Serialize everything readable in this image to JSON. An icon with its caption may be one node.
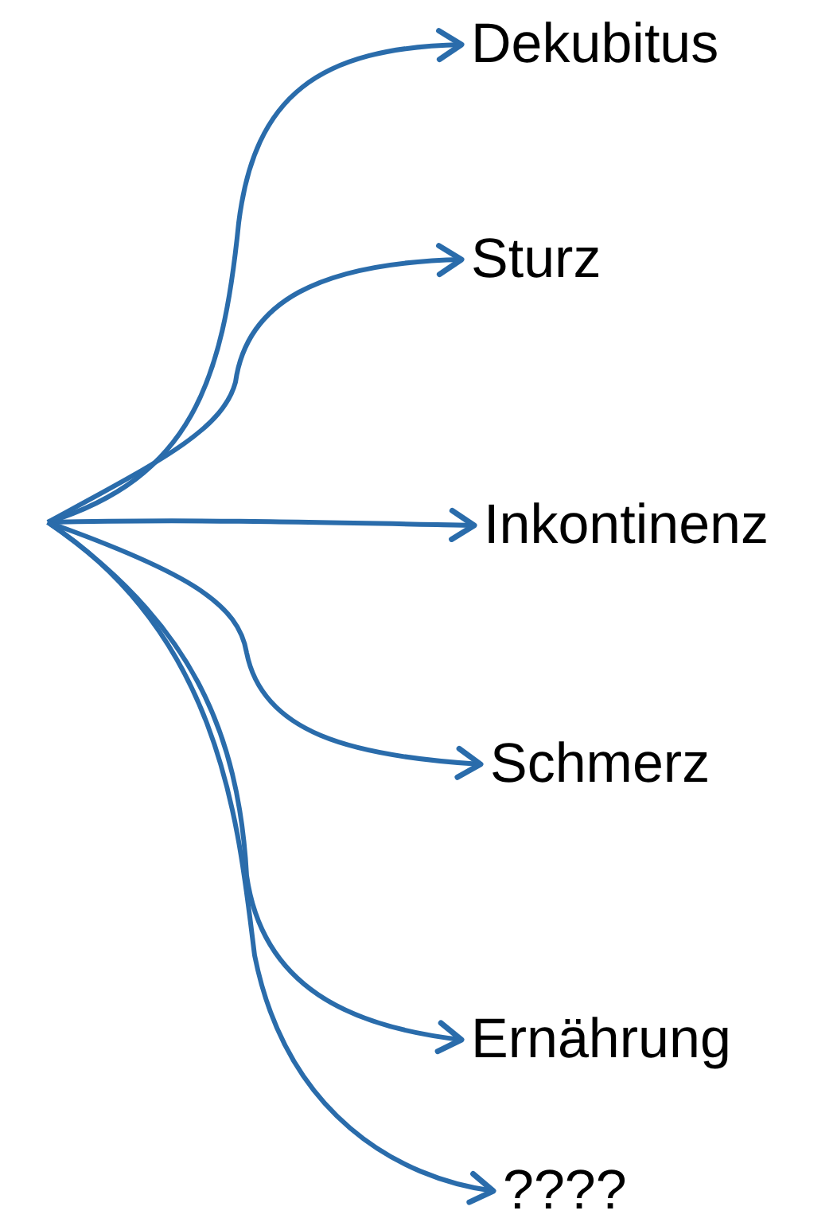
{
  "diagram": {
    "nodes": [
      {
        "text": [
          "Dekubitus"
        ]
      },
      {
        "text": [
          "Sturz"
        ]
      },
      {
        "text": [
          "Inkontinenz"
        ]
      },
      {
        "text": [
          "Schmerz"
        ]
      },
      {
        "text": [
          "Ernährung"
        ]
      },
      {
        "text": [
          "????"
        ]
      }
    ],
    "edges": [
      {
        "from": null,
        "to": 0,
        "arrow": "to"
      },
      {
        "from": null,
        "to": 1,
        "arrow": "to"
      },
      {
        "from": null,
        "to": 2,
        "arrow": "to"
      },
      {
        "from": null,
        "to": 3,
        "arrow": "to"
      },
      {
        "from": null,
        "to": 4,
        "arrow": "to"
      },
      {
        "from": null,
        "to": 5,
        "arrow": "to"
      }
    ]
  }
}
